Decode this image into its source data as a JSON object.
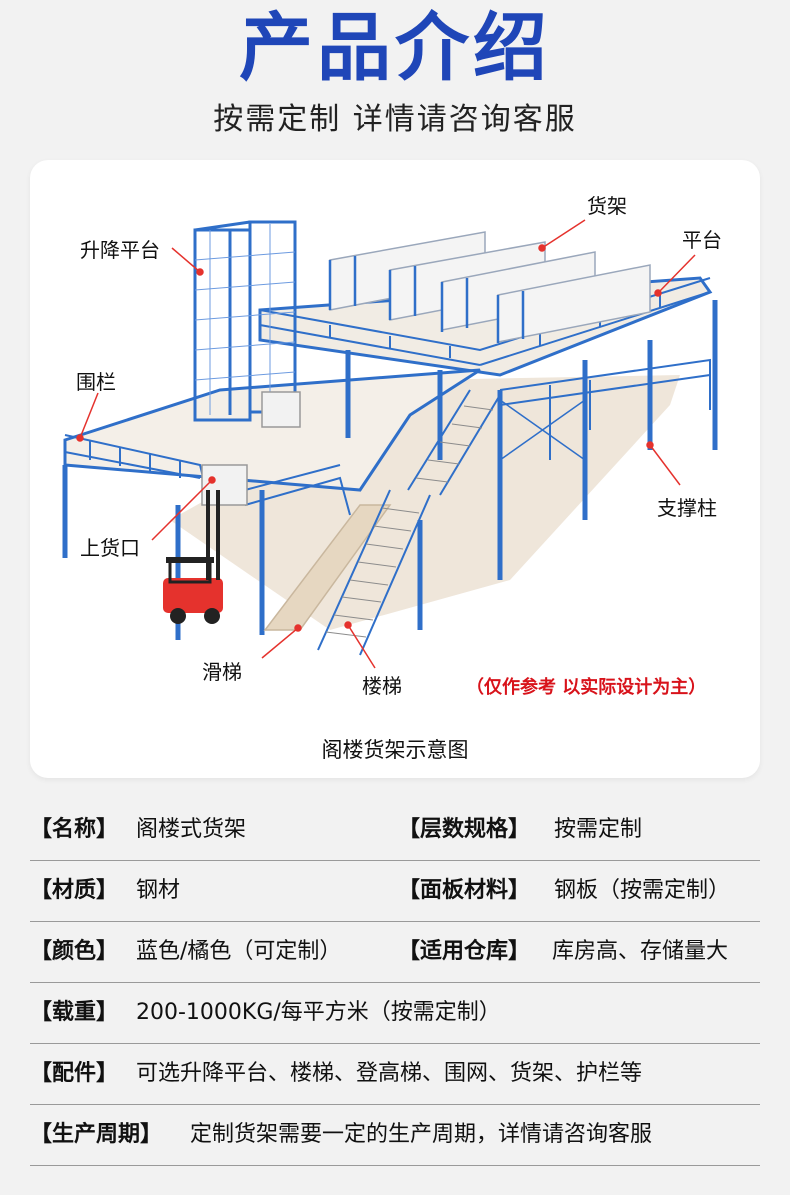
{
  "header": {
    "title": "产品介绍",
    "subtitle": "按需定制 详情请咨询客服"
  },
  "diagram": {
    "callouts": {
      "shelf": "货架",
      "platform": "平台",
      "lift": "升降平台",
      "railing": "围栏",
      "column": "支撑柱",
      "loading": "上货口",
      "slide": "滑梯",
      "stairs": "楼梯"
    },
    "note": "（仅作参考 以实际设计为主）",
    "caption": "阁楼货架示意图",
    "colors": {
      "steel": "#2f6fc9",
      "floor": "#e9dfd1",
      "shelf": "#f3f3f3",
      "forklift": "#e5322d"
    }
  },
  "specs": [
    {
      "label": "【名称】",
      "value": "阁楼式货架",
      "label2": "【层数规格】",
      "value2": "按需定制"
    },
    {
      "label": "【材质】",
      "value": "钢材",
      "label2": "【面板材料】",
      "value2": "钢板（按需定制）"
    },
    {
      "label": "【颜色】",
      "value": "蓝色/橘色（可定制）",
      "label2": "【适用仓库】",
      "value2": "库房高、存储量大"
    },
    {
      "label": "【载重】",
      "value": "200-1000KG/每平方米（按需定制）"
    },
    {
      "label": "【配件】",
      "value": "可选升降平台、楼梯、登高梯、围网、货架、护栏等"
    },
    {
      "label": "【生产周期】",
      "value": "定制货架需要一定的生产周期，详情请咨询客服"
    }
  ]
}
